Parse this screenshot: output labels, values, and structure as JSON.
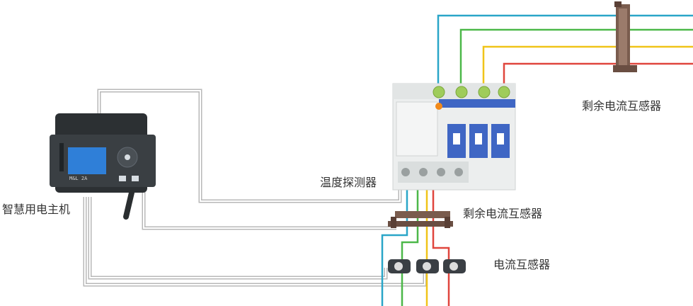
{
  "labels": {
    "main_unit": "智慧用电主机",
    "temp_probe": "温度探测器",
    "rcd_top": "剩余电流互感器",
    "rcd_mid": "剩余电流互感器",
    "current_transformer": "电流互感器"
  },
  "device_text": {
    "main_unit_model": "M&L 2A"
  },
  "colors": {
    "wire_blue": "#2aa6c8",
    "wire_green": "#4cb849",
    "wire_yellow": "#f0c419",
    "wire_red": "#e0463d",
    "signal_cable": "#b8b8b8",
    "breaker_blue": "#3f66c4",
    "device_dark": "#2c3033",
    "screen_blue": "#2f7fd8"
  }
}
